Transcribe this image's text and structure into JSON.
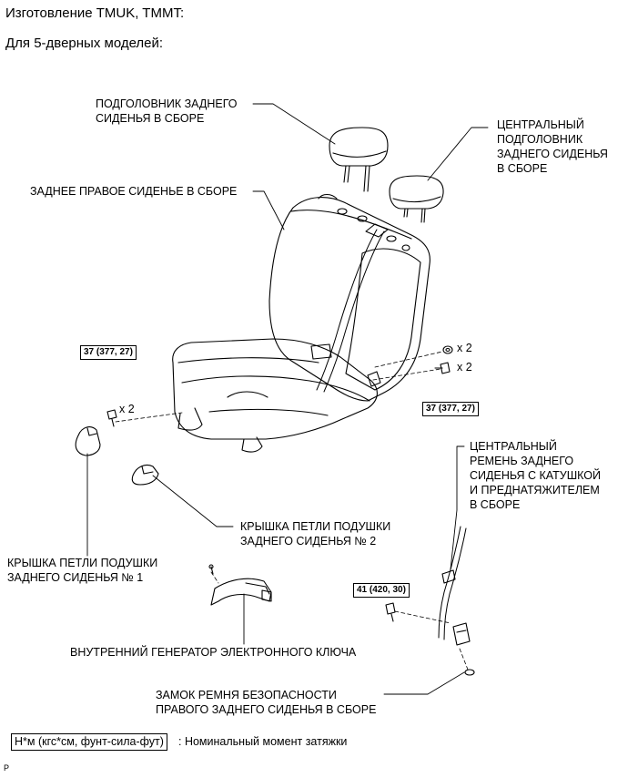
{
  "header": {
    "line1": "Изготовление TMUK, TMMT:",
    "line2": "Для 5-дверных моделей:"
  },
  "labels": {
    "headrest": [
      "ПОДГОЛОВНИК ЗАДНЕГО",
      "СИДЕНЬЯ В СБОРЕ"
    ],
    "center_headrest": [
      "ЦЕНТРАЛЬНЫЙ",
      "ПОДГОЛОВНИК",
      "ЗАДНЕГО СИДЕНЬЯ",
      "В СБОРЕ"
    ],
    "rear_seat": "ЗАДНЕЕ ПРАВОЕ СИДЕНЬЕ В СБОРЕ",
    "center_belt": [
      "ЦЕНТРАЛЬНЫЙ",
      "РЕМЕНЬ ЗАДНЕГО",
      "СИДЕНЬЯ С КАТУШКОЙ",
      "И ПРЕДНАТЯЖИТЕЛЕМ",
      "В СБОРЕ"
    ],
    "hinge_cover_2": [
      "КРЫШКА ПЕТЛИ ПОДУШКИ",
      "ЗАДНЕГО СИДЕНЬЯ № 2"
    ],
    "hinge_cover_1": [
      "КРЫШКА ПЕТЛИ ПОДУШКИ",
      "ЗАДНЕГО СИДЕНЬЯ № 1"
    ],
    "key_generator": "ВНУТРЕННИЙ ГЕНЕРАТОР ЭЛЕКТРОННОГО КЛЮЧА",
    "buckle": [
      "ЗАМОК РЕМНЯ БЕЗОПАСНОСТИ",
      "ПРАВОГО ЗАДНЕГО СИДЕНЬЯ В СБОРЕ"
    ]
  },
  "torques": {
    "left": "37 (377, 27)",
    "right": "37 (377, 27)",
    "belt": "41 (420, 30)"
  },
  "multipliers": {
    "left": "x 2",
    "right_top": "x 2",
    "right_bottom": "x 2"
  },
  "legend": {
    "unit": "Н*м (кгс*см, фунт-сила-фут)",
    "text": ": Номинальный момент затяжки"
  },
  "footer_mark": "P"
}
